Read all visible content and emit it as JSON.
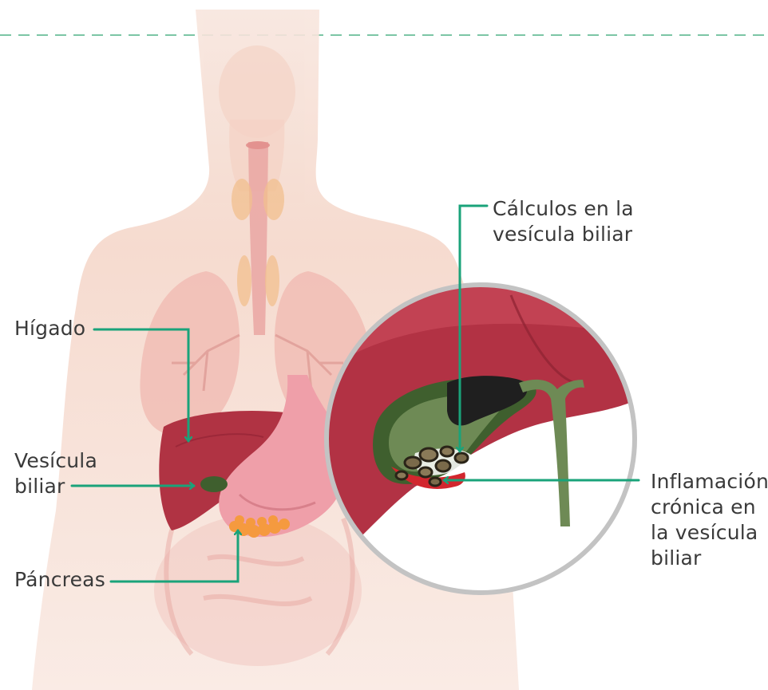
{
  "labels": {
    "higado": "Hígado",
    "vesicula": "Vesícula\nbiliar",
    "pancreas": "Páncreas",
    "calculos": "Cálculos en la\nvesícula biliar",
    "inflamacion": "Inflamación\ncrónica en\nla vesícula\nbiliar"
  },
  "colors": {
    "callout_line": "#1aa37a",
    "body_silhouette": "#f6d9cc",
    "liver": "#b03343",
    "gallbladder": "#3f5f2e",
    "stomach": "#ef9fa9",
    "pancreas": "#f59a3f",
    "zoom_border": "#c3c3c3"
  }
}
